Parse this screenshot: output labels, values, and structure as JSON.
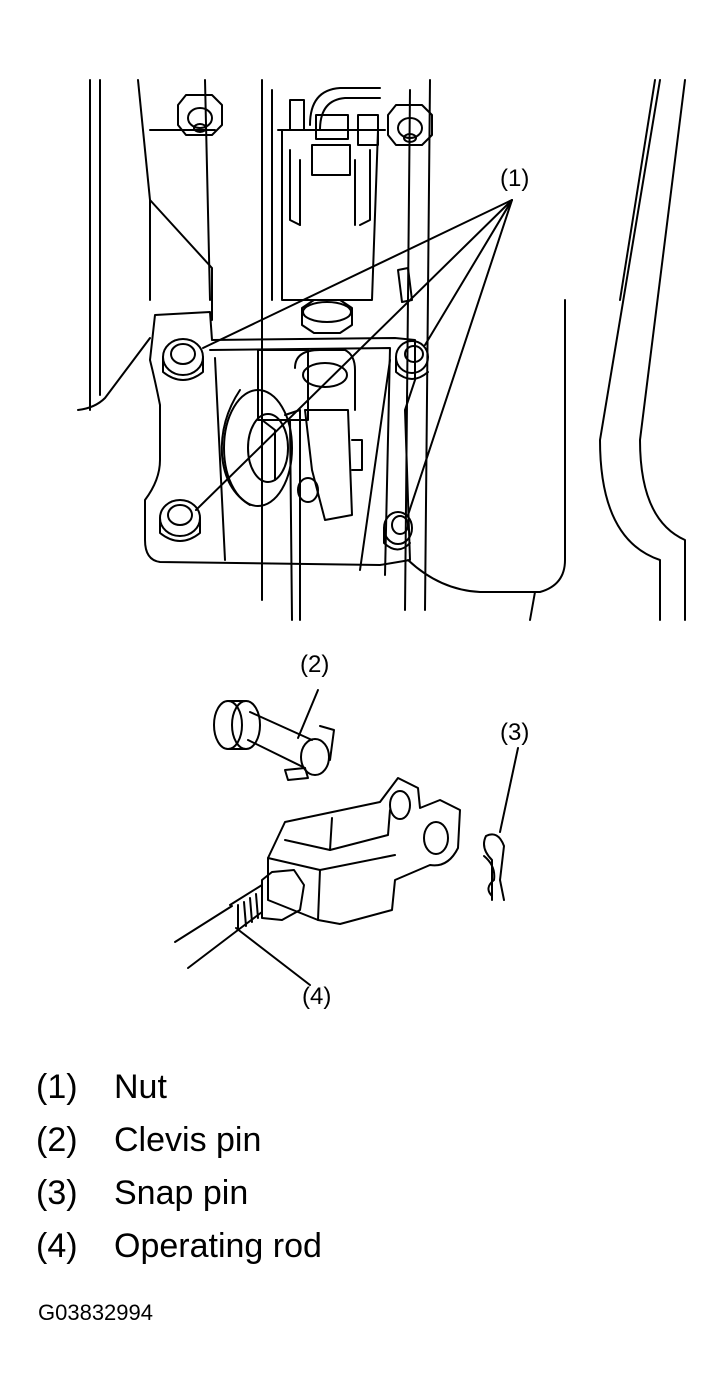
{
  "callouts": {
    "c1": "(1)",
    "c2": "(2)",
    "c3": "(3)",
    "c4": "(4)"
  },
  "legend": [
    {
      "num": "(1)",
      "label": "Nut"
    },
    {
      "num": "(2)",
      "label": "Clevis pin"
    },
    {
      "num": "(3)",
      "label": "Snap pin"
    },
    {
      "num": "(4)",
      "label": "Operating rod"
    }
  ],
  "figure_code": "G03832994"
}
